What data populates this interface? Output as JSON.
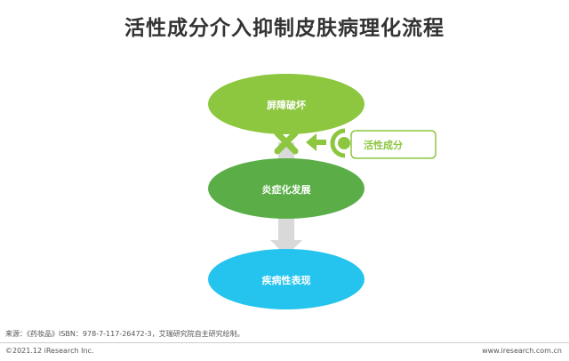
{
  "title": "活性成分介入抑制皮肤病理化流程",
  "nodes": [
    {
      "label": "屏障破坏",
      "color": "#8DC63F"
    },
    {
      "label": "炎症化发展",
      "color": "#5BAE47"
    },
    {
      "label": "疾病性表现",
      "color": "#25C4EE"
    }
  ],
  "active_ingredient": {
    "label": "活性成分",
    "color": "#8DC63F"
  },
  "inhibit_icon": "cross-mark-icon",
  "arrow_color": "#D9D9D9",
  "source_note": "来源：《药妆品》ISBN：978-7-117-26472-3，艾瑞研究院自主研究绘制。",
  "copyright": "©2021.12 iResearch Inc.",
  "website": "www.iresearch.com.cn"
}
